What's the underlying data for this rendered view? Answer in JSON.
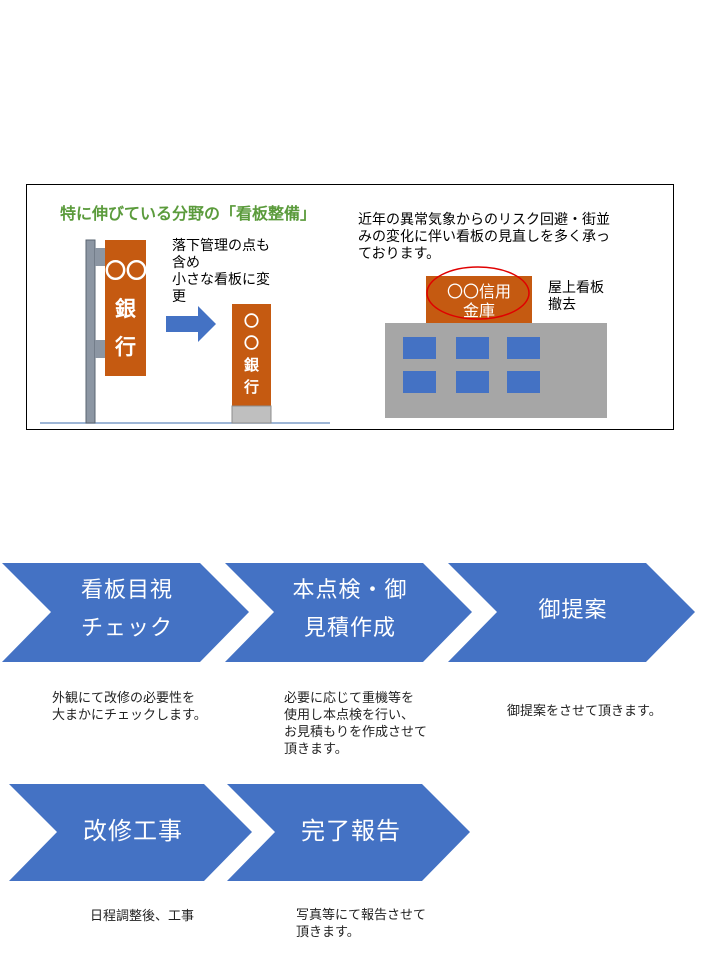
{
  "top_panel": {
    "heading": "特に伸びている分野の「看板整備」",
    "pole_sign_text": "〇〇\n銀\n行",
    "arrow_note": "落下管理の点も\n含め\n小さな看板に変\n更",
    "small_sign_text": "〇\n〇\n銀\n行",
    "right_note": "近年の異常気象からのリスク回避・街並\nみの変化に伴い看板の見直しを多く承っ\nております。",
    "roof_sign_text": "〇〇信用\n金庫",
    "roof_note": "屋上看板\n撤去",
    "colors": {
      "sign": "#c55a11",
      "arrow": "#4472c4",
      "window": "#4472c4",
      "building": "#a6a6a6",
      "circle": "#e00000",
      "heading": "#5b9b3c"
    }
  },
  "flow": {
    "color": "#4472c4",
    "steps": [
      {
        "label": "看板目視\nチェック",
        "desc": "外観にて改修の必要性を\n大まかにチェックします。"
      },
      {
        "label": "本点検・御\n見積作成",
        "desc": "必要に応じて重機等を\n使用し本点検を行い、\nお見積もりを作成させて\n頂きます。"
      },
      {
        "label": "御提案",
        "desc": "御提案をさせて頂きます。"
      },
      {
        "label": "改修工事",
        "desc": "日程調整後、工事"
      },
      {
        "label": "完了報告",
        "desc": "写真等にて報告させて\n頂きます。"
      }
    ]
  }
}
